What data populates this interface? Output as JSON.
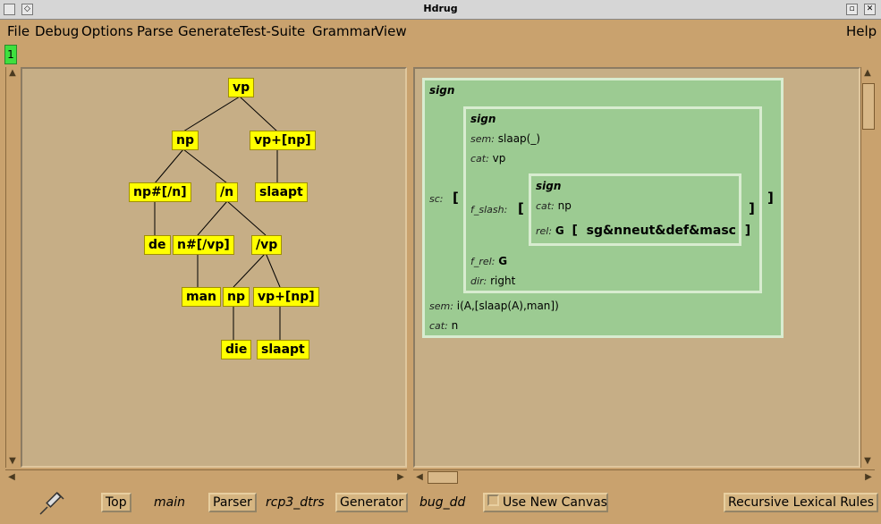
{
  "window": {
    "title": "Hdrug"
  },
  "menu": {
    "file": "File",
    "debug": "Debug",
    "options": "Options",
    "parse": "Parse",
    "generate": "Generate",
    "test_suite": "Test-Suite",
    "grammar": "Grammar",
    "view": "View",
    "help": "Help"
  },
  "tab": {
    "label": "1"
  },
  "tree": {
    "n_vp": "vp",
    "n_np": "np",
    "n_vpnp": "vp+[np]",
    "n_npn": "np#[/n]",
    "n_slashn": "/n",
    "n_slaapt1": "slaapt",
    "n_de": "de",
    "n_nvp": "n#[/vp]",
    "n_slashvp": "/vp",
    "n_man": "man",
    "n_np2": "np",
    "n_vpnp2": "vp+[np]",
    "n_die": "die",
    "n_slaapt2": "slaapt"
  },
  "fs": {
    "outer_type": "sign",
    "sc_feat": "sc:",
    "inner_type": "sign",
    "sem_feat": "sem:",
    "sem_val": "slaap(_)",
    "cat_feat": "cat:",
    "cat_val": "vp",
    "fslash_feat": "f_slash:",
    "slash_type": "sign",
    "slash_cat_feat": "cat:",
    "slash_cat_val": "np",
    "rel_feat": "rel:",
    "rel_var": "G",
    "rel_val": "sg&nneut&def&masc",
    "frel_feat": "f_rel:",
    "frel_val": "G",
    "dir_feat": "dir:",
    "dir_val": "right",
    "outer_sem_feat": "sem:",
    "outer_sem_val": "i(A,[slaap(A),man])",
    "outer_cat_feat": "cat:",
    "outer_cat_val": "n"
  },
  "status": {
    "top": "Top",
    "main": "main",
    "parser": "Parser",
    "parser_val": "rcp3_dtrs",
    "generator": "Generator",
    "generator_val": "bug_dd",
    "new_canvas": "Use New Canvas",
    "rec_lex": "Recursive Lexical Rules"
  }
}
